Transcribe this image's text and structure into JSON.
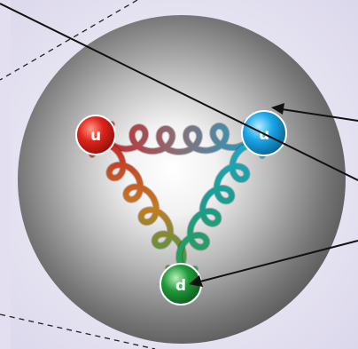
{
  "diagram": {
    "quarks": [
      {
        "label": "u",
        "color": "#e0231b"
      },
      {
        "label": "u",
        "color": "#1aa7e8"
      },
      {
        "label": "d",
        "color": "#1f9a3a"
      }
    ],
    "gluon_colors": {
      "red": "#d0302a",
      "orange": "#c97a1c",
      "teal": "#1a9d8a",
      "green": "#2aa04a"
    },
    "sphere_color": "#6b6b6b",
    "background_color": "#eceaf6",
    "pointer_color": "#111111"
  }
}
